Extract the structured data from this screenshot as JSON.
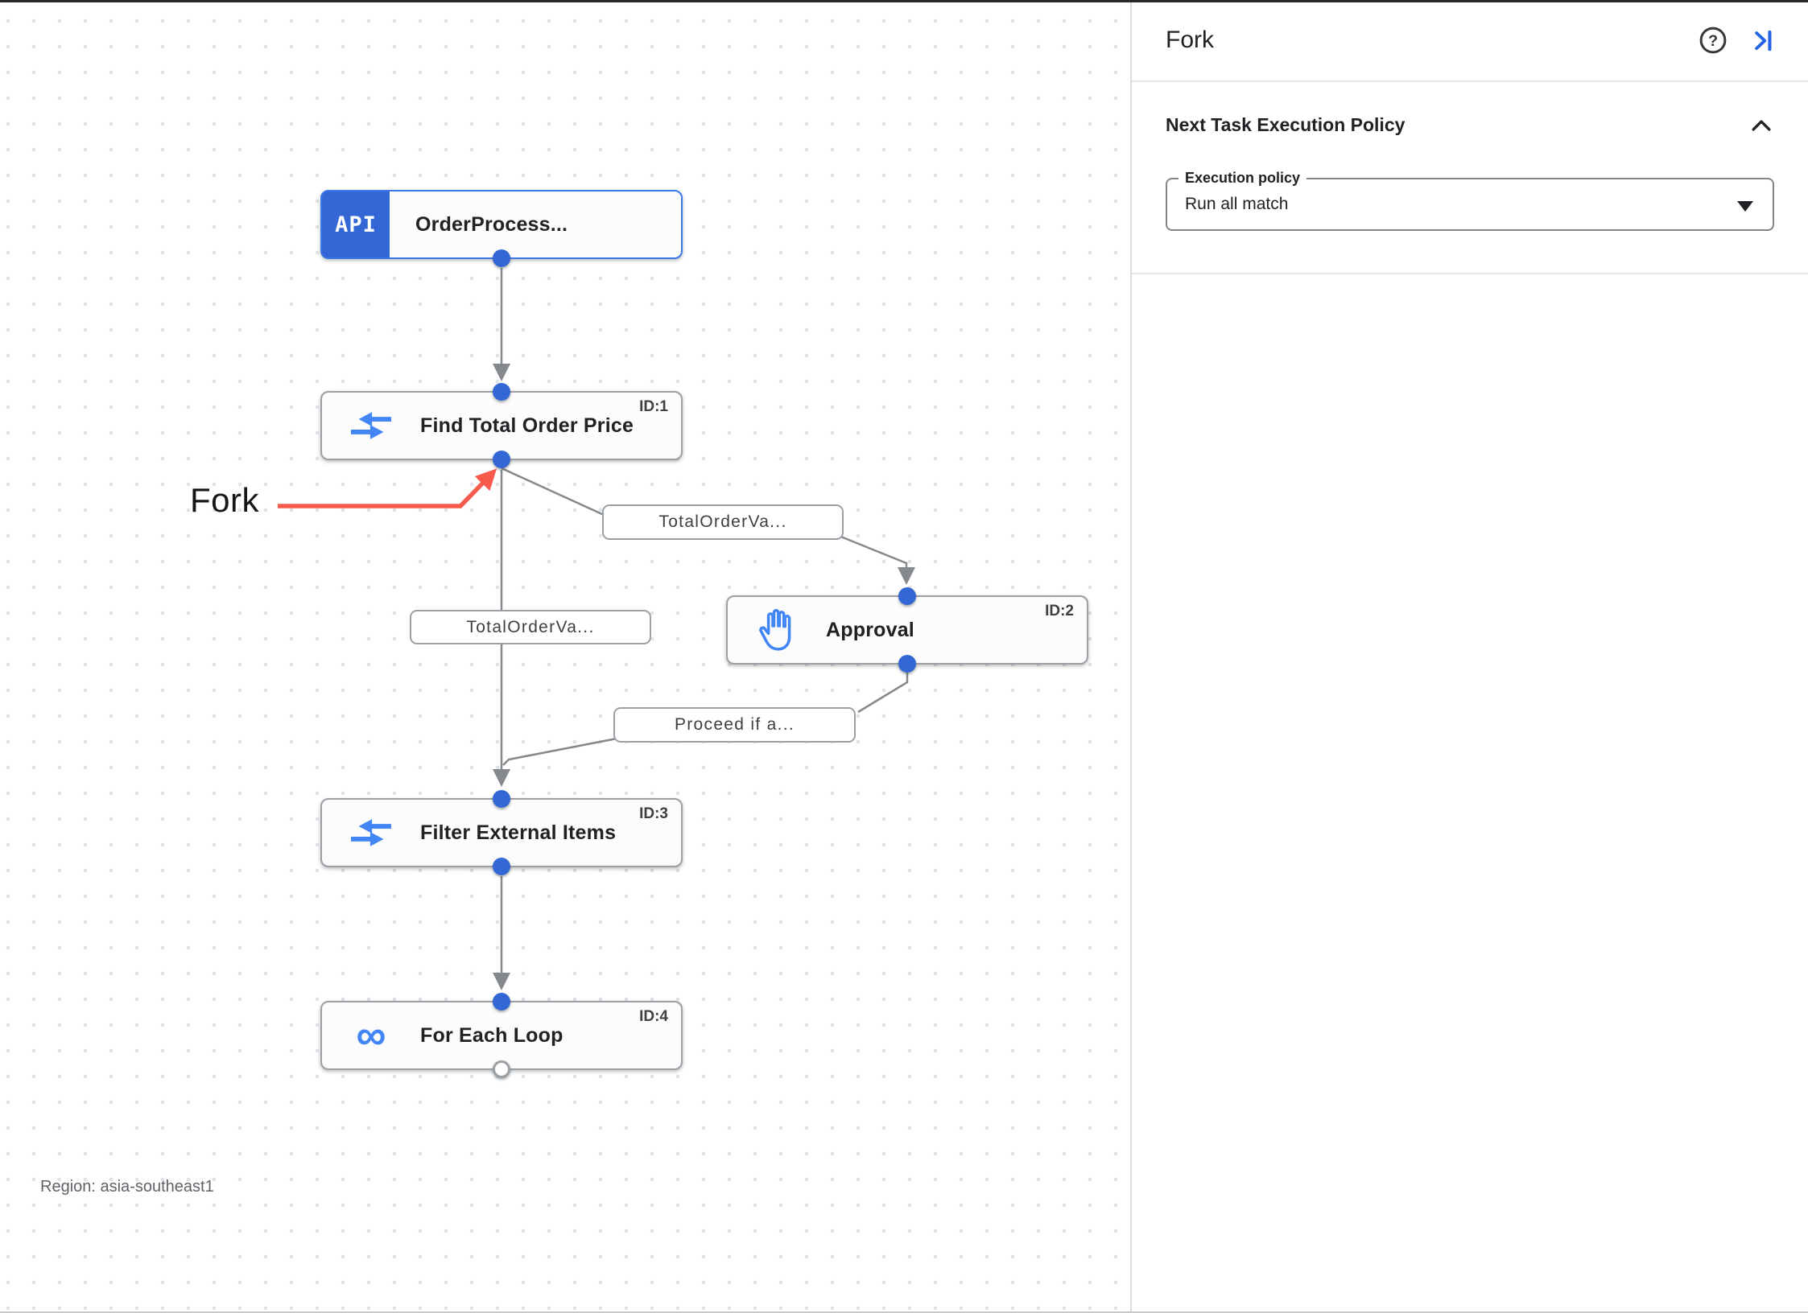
{
  "canvas": {
    "region_label": "Region: asia-southeast1",
    "annotation": {
      "label": "Fork"
    },
    "nodes": [
      {
        "badge": "API",
        "title": "OrderProcess...",
        "id_label": ""
      },
      {
        "title": "Find Total Order Price",
        "id_label": "ID:1"
      },
      {
        "title": "Approval",
        "id_label": "ID:2"
      },
      {
        "title": "Filter External Items",
        "id_label": "ID:3"
      },
      {
        "title": "For Each Loop",
        "id_label": "ID:4"
      }
    ],
    "edge_labels": [
      {
        "text": "TotalOrderVa..."
      },
      {
        "text": "TotalOrderVa..."
      },
      {
        "text": "Proceed if a..."
      }
    ],
    "icons": {
      "infinity": "∞"
    },
    "colors": {
      "node_port_blue": "#3367D6",
      "icon_blue": "#4285F4",
      "edge_gray": "#85898E",
      "annotation_red": "#F85A4B",
      "trigger_border_blue": "#3B78E7"
    }
  },
  "panel": {
    "title": "Fork",
    "help_glyph": "?",
    "section": {
      "heading": "Next Task Execution Policy",
      "field_label": "Execution policy",
      "field_value": "Run all match"
    },
    "colors": {
      "collapse_icon_blue": "#2264E5"
    }
  }
}
